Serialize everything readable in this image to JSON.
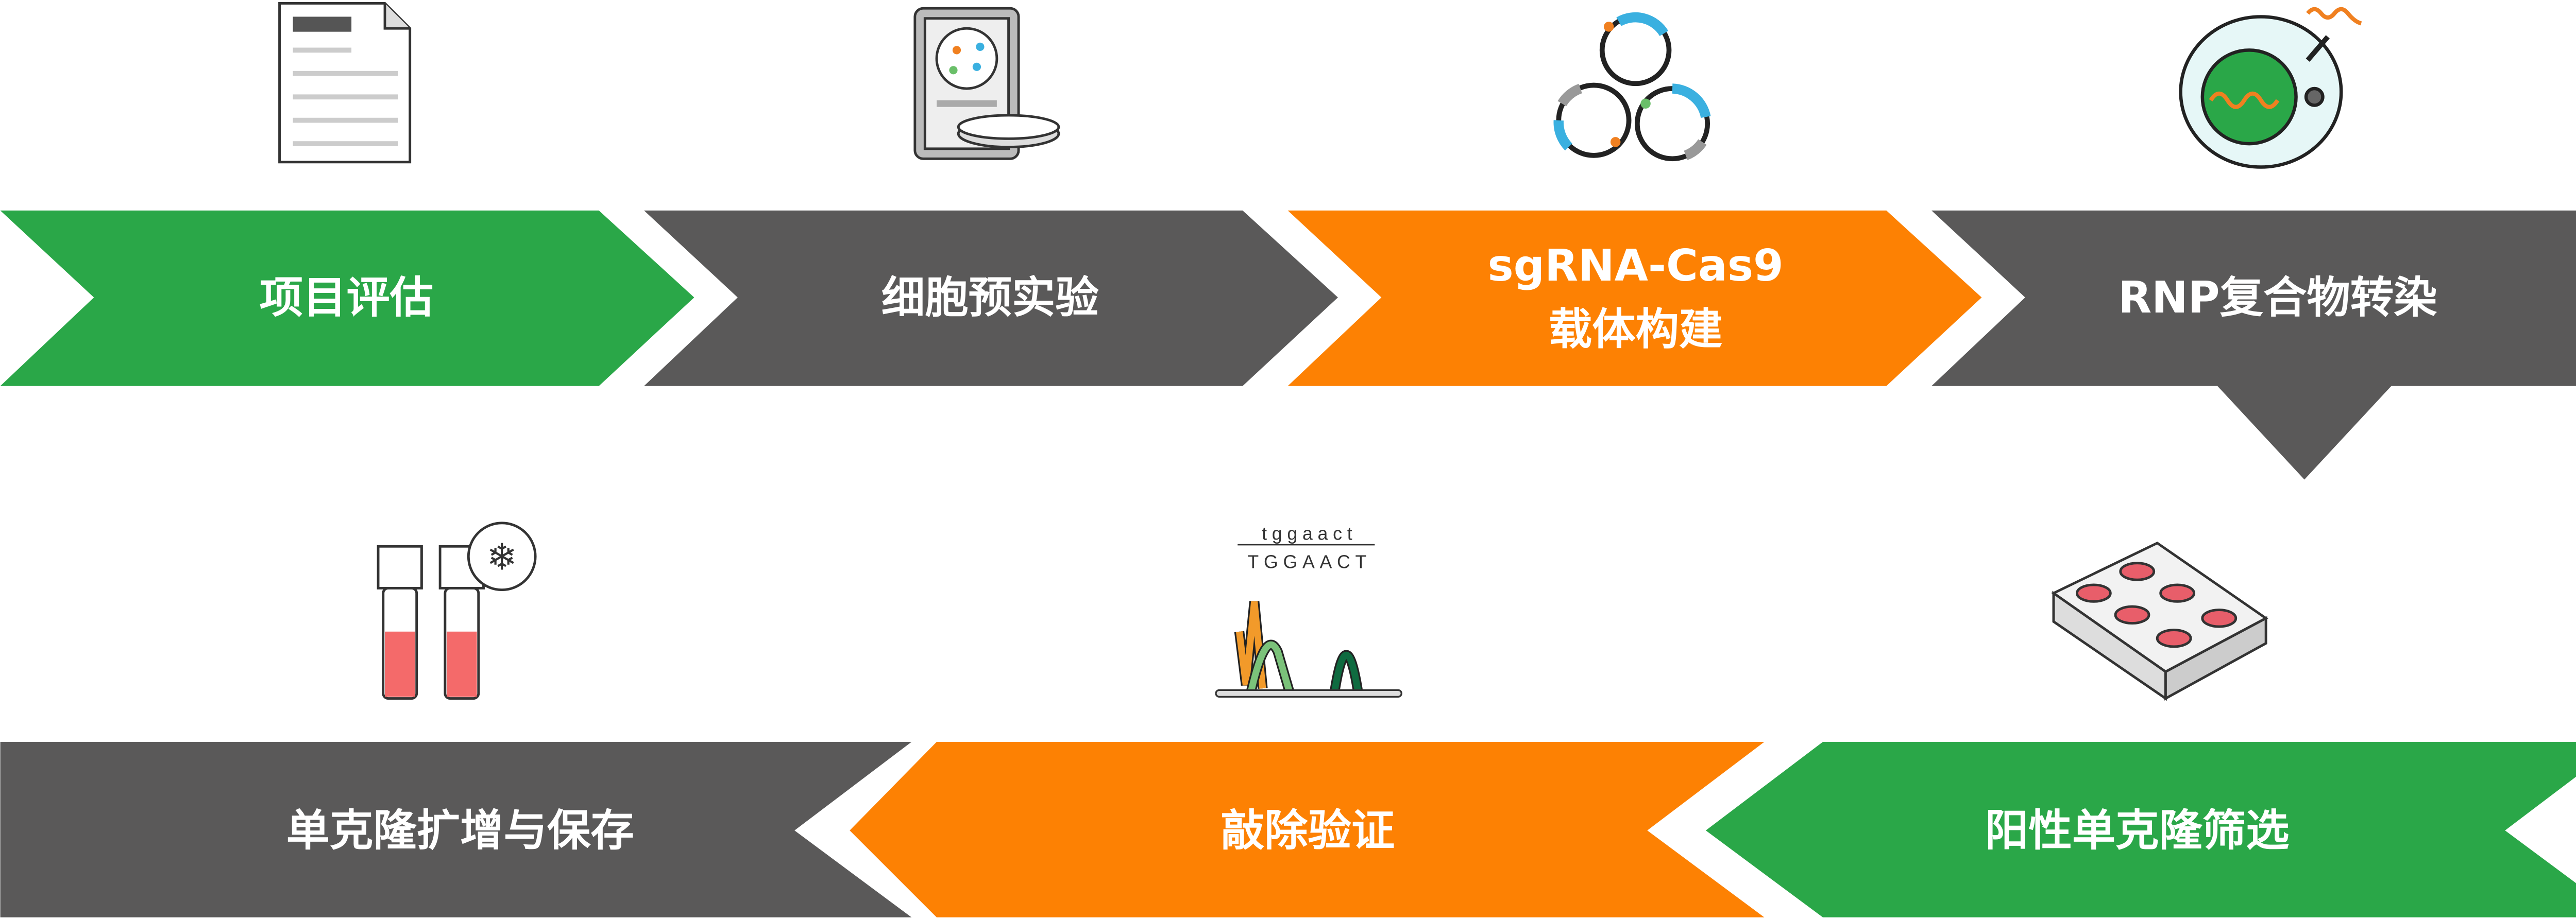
{
  "colors": {
    "green": "#2aa748",
    "gray": "#5a5959",
    "orange": "#fd8103"
  },
  "steps": [
    {
      "label": "项目评估",
      "icon": "document-icon"
    },
    {
      "label": "细胞预实验",
      "icon": "cell-culture-tablet-icon"
    },
    {
      "label_line1": "sgRNA-Cas9",
      "label_line2": "载体构建",
      "icon": "plasmid-icon"
    },
    {
      "label": "RNP复合物转染",
      "icon": "cell-transfection-icon"
    },
    {
      "label": "阳性单克隆筛选",
      "icon": "well-plate-icon"
    },
    {
      "label": "敲除验证",
      "icon": "sequencing-chromatogram-icon"
    },
    {
      "label": "单克隆扩增与保存",
      "icon": "frozen-vials-icon"
    }
  ],
  "sequencing": {
    "lower": "tggaact",
    "upper": "TGGAACT"
  }
}
